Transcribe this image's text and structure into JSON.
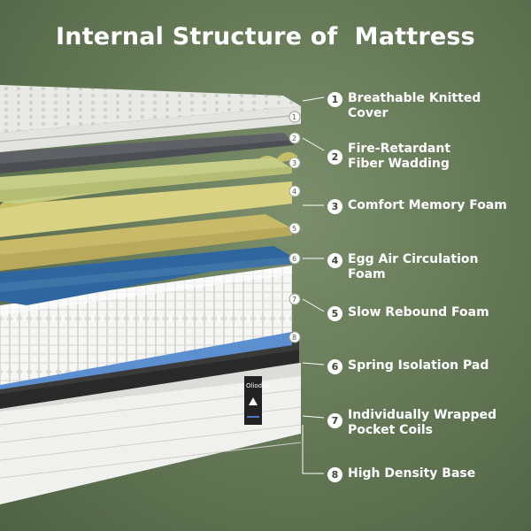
{
  "title": "Internal Structure of  Mattress",
  "brand": "Oliodgs",
  "layers": [
    {
      "n": "1",
      "label": "Breathable Knitted Cover"
    },
    {
      "n": "2",
      "label": "Fire-Retardant Fiber Wadding"
    },
    {
      "n": "3",
      "label": "Comfort Memory Foam"
    },
    {
      "n": "4",
      "label": "Egg Air Circulation Foam"
    },
    {
      "n": "5",
      "label": "Slow Rebound Foam"
    },
    {
      "n": "6",
      "label": "Spring Isolation Pad"
    },
    {
      "n": "7",
      "label": "Individually Wrapped Pocket Coils"
    },
    {
      "n": "8",
      "label": "High Density Base"
    }
  ],
  "colors": {
    "background": "#667a58",
    "knitted_cover": "#e9eae6",
    "fiber_wadding": "#5f6166",
    "memory_foam": "#c9d08a",
    "egg_foam": "#d6cf7e",
    "slow_rebound": "#c7b96a",
    "isolation_pad": "#3f74a8",
    "pocket_coils": "#f2f2f0",
    "base_pad": "#5c8fd0",
    "black_layer": "#2a2a2a",
    "base": "#eeeeec"
  }
}
